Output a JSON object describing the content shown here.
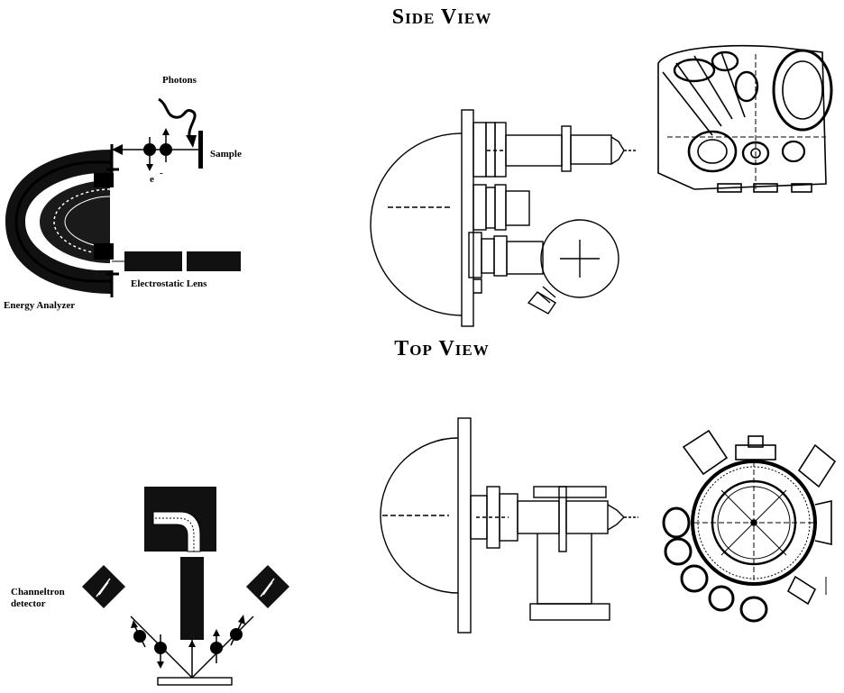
{
  "headings": {
    "side_view": "Side View",
    "top_view": "Top View"
  },
  "labels": {
    "photons": "Photons",
    "sample": "Sample",
    "electron": "e",
    "energy_analyzer": "Energy Analyzer",
    "electrostatic_lens": "Electrostatic Lens",
    "channeltron_line1": "Channeltron",
    "channeltron_line2": "detector"
  },
  "colors": {
    "ink": "#000000",
    "paper": "#ffffff"
  }
}
